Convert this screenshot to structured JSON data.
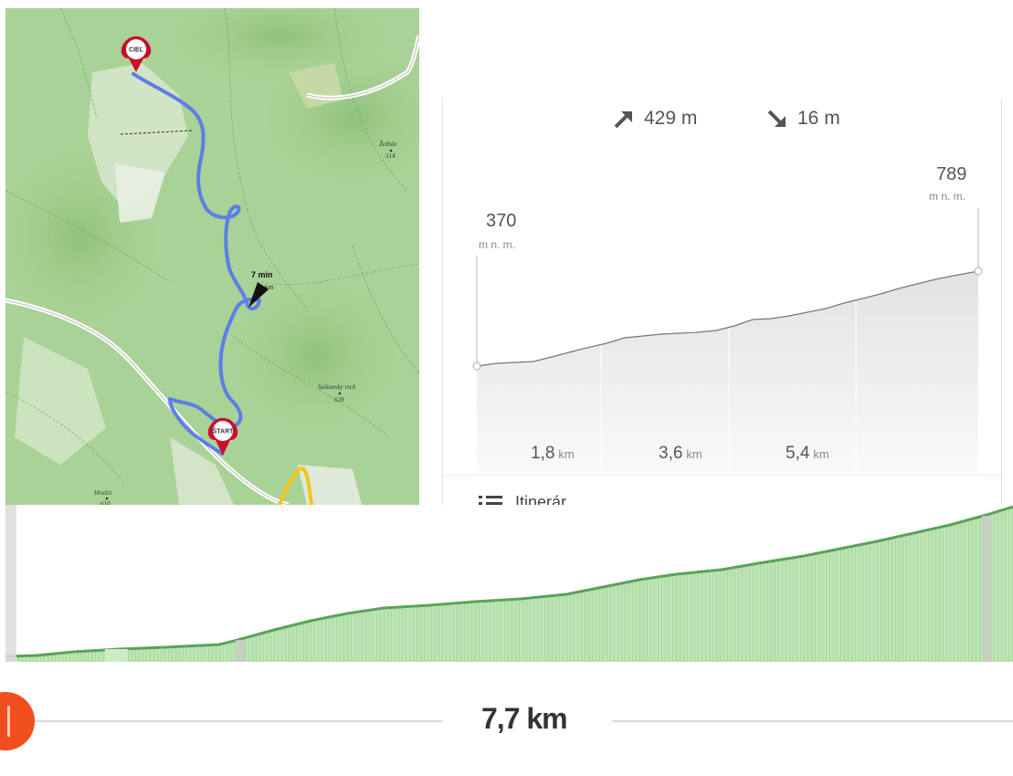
{
  "map": {
    "pin_finish": "CIEĽ",
    "pin_start": "ŠTART",
    "time_badge": "7 min",
    "time_badge_sub": "km",
    "peaks": [
      {
        "name": "Želbán",
        "elev": "514"
      },
      {
        "name": "Sušiansky vrch",
        "elev": "628"
      },
      {
        "name": "Hrušťe",
        "elev": "610"
      }
    ],
    "colors": {
      "route": "#5b7fe8",
      "pin": "#c8102e",
      "road": "#f5c518"
    }
  },
  "profile": {
    "ascent": "429 m",
    "descent": "16 m",
    "min_elev": "370",
    "max_elev": "789",
    "elev_unit": "m n. m.",
    "km_ticks": [
      {
        "value": "1,8",
        "unit": "km"
      },
      {
        "value": "3,6",
        "unit": "km"
      },
      {
        "value": "5,4",
        "unit": "km"
      }
    ],
    "itinerary_label": "Itinerár"
  },
  "bottom": {
    "total_distance": "7,7 km",
    "colors": {
      "fill": "#bde4b4",
      "line": "#5aa356",
      "handle": "#f04e1c"
    }
  }
}
